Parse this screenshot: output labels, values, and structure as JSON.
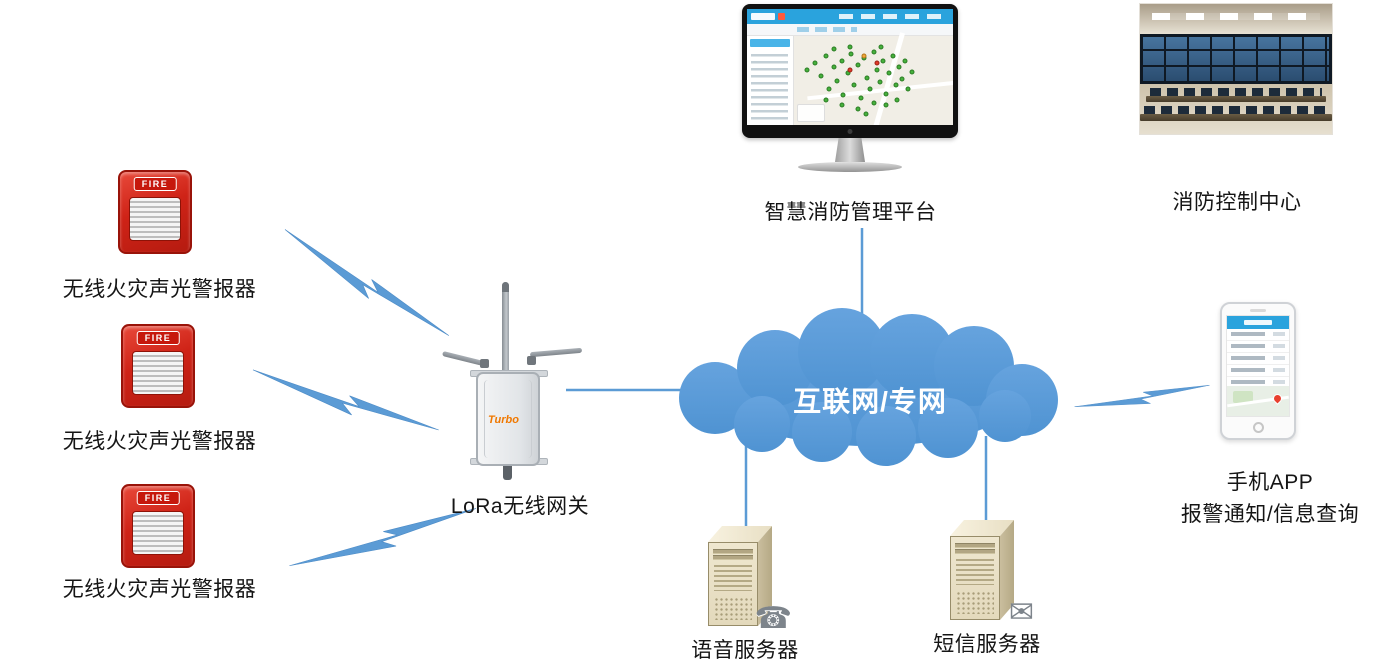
{
  "cloud": {
    "label": "互联网/专网"
  },
  "alarms": [
    {
      "label": "无线火灾声光警报器",
      "device_text": "FIRE"
    },
    {
      "label": "无线火灾声光警报器",
      "device_text": "FIRE"
    },
    {
      "label": "无线火灾声光警报器",
      "device_text": "FIRE"
    }
  ],
  "gateway": {
    "label": "LoRa无线网关",
    "brand_text": "Turbo"
  },
  "platform": {
    "label": "智慧消防管理平台"
  },
  "control_center": {
    "label": "消防控制中心"
  },
  "phone": {
    "label_line1": "手机APP",
    "label_line2": "报警通知/信息查询"
  },
  "servers": {
    "voice": {
      "label": "语音服务器",
      "icon": "phone-handset-icon",
      "glyph": "☎"
    },
    "sms": {
      "label": "短信服务器",
      "icon": "envelope-icon",
      "glyph": "✉"
    }
  },
  "colors": {
    "connector_blue": "#5B9BD5",
    "cloud_blue": "#5B9BD5",
    "alarm_red": "#C8281E",
    "platform_header_blue": "#2AA3DD",
    "brand_orange": "#F07800"
  },
  "platform_screen": {
    "map_dots_green": [
      [
        8,
        38
      ],
      [
        13,
        30
      ],
      [
        17,
        45
      ],
      [
        20,
        22
      ],
      [
        22,
        60
      ],
      [
        25,
        35
      ],
      [
        27,
        50
      ],
      [
        30,
        28
      ],
      [
        31,
        66
      ],
      [
        34,
        42
      ],
      [
        36,
        20
      ],
      [
        38,
        55
      ],
      [
        40,
        33
      ],
      [
        42,
        70
      ],
      [
        44,
        25
      ],
      [
        46,
        47
      ],
      [
        48,
        60
      ],
      [
        50,
        18
      ],
      [
        52,
        38
      ],
      [
        54,
        52
      ],
      [
        56,
        28
      ],
      [
        58,
        65
      ],
      [
        60,
        42
      ],
      [
        62,
        22
      ],
      [
        64,
        55
      ],
      [
        66,
        35
      ],
      [
        68,
        48
      ],
      [
        70,
        28
      ],
      [
        72,
        60
      ],
      [
        74,
        40
      ],
      [
        30,
        78
      ],
      [
        40,
        82
      ],
      [
        50,
        75
      ],
      [
        58,
        78
      ],
      [
        20,
        72
      ],
      [
        65,
        72
      ],
      [
        35,
        12
      ],
      [
        55,
        12
      ],
      [
        45,
        88
      ],
      [
        25,
        15
      ]
    ],
    "map_dots_red": [
      [
        35,
        38
      ],
      [
        52,
        30
      ]
    ],
    "map_dots_orange": [
      [
        44,
        22
      ]
    ]
  }
}
